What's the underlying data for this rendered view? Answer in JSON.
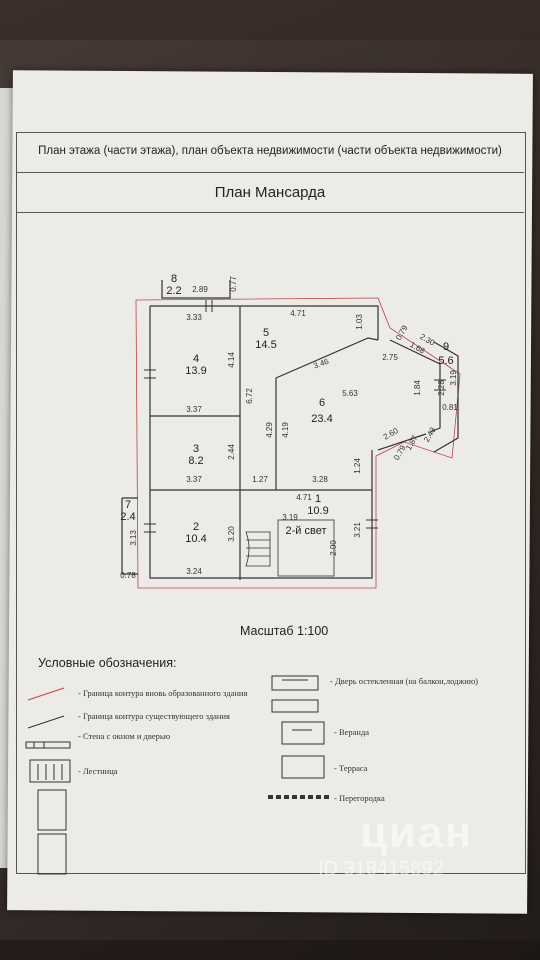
{
  "header": {
    "subtitle": "План этажа (части этажа), план объекта недвижимости (части объекта недвижимости)",
    "title": "План Мансарда"
  },
  "scale": "Масштаб 1:100",
  "rooms": [
    {
      "num": "1",
      "area": "10.9"
    },
    {
      "num": "2",
      "area": "10.4"
    },
    {
      "num": "3",
      "area": "8.2"
    },
    {
      "num": "4",
      "area": "13.9"
    },
    {
      "num": "5",
      "area": "14.5"
    },
    {
      "num": "6",
      "area": "23.4"
    },
    {
      "num": "7",
      "area": "2.4"
    },
    {
      "num": "8",
      "area": "2.2"
    },
    {
      "num": "9",
      "area": "5.6"
    }
  ],
  "second_light": "2-й свет",
  "dims": [
    "3.33",
    "4.71",
    "1.03",
    "4.14",
    "3.37",
    "3.46",
    "2.75",
    "5.63",
    "4.29",
    "4.19",
    "6.72",
    "2.44",
    "3.37",
    "1.27",
    "3.28",
    "1.24",
    "4.71",
    "3.19",
    "3.21",
    "3.20",
    "2.00",
    "3.13",
    "3.24",
    "0.78",
    "2.89",
    "0.77",
    "0.79",
    "2.30",
    "1.68",
    "1.84",
    "2.28",
    "3.19",
    "0.81",
    "2.60",
    "1.87",
    "2.43",
    "0.79"
  ],
  "legend": {
    "title": "Условные обозначения:",
    "items": [
      "- Граница контура вновь образованного здания",
      "- Граница контура существующего здания",
      "- Стена с окном и дверью",
      "- Лестница",
      "- Дверь остекленная (на балкон,лоджию)",
      "- Веранда",
      "- Терраса",
      "- Перегородка"
    ]
  },
  "watermark": {
    "brand": "циан",
    "id": "ID 318415892"
  }
}
